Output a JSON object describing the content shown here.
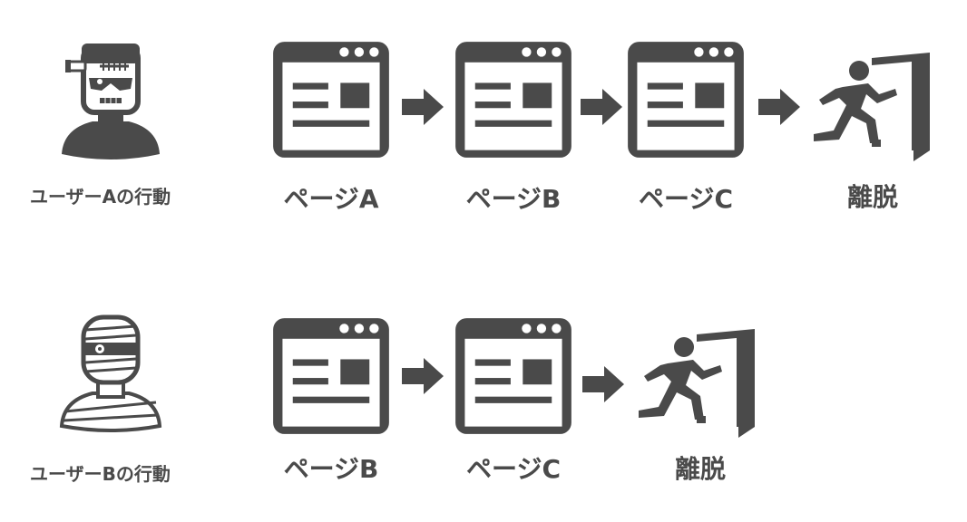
{
  "colors": {
    "icon": "#4a4a4a",
    "background": "#ffffff"
  },
  "rows": [
    {
      "user_label": "ユーザーAの行動",
      "user_icon": "frankenstein-user-icon",
      "steps": [
        "ページA",
        "ページB",
        "ページC"
      ],
      "exit_label": "離脱"
    },
    {
      "user_label": "ユーザーBの行動",
      "user_icon": "mummy-user-icon",
      "steps": [
        "ページB",
        "ページC"
      ],
      "exit_label": "離脱"
    }
  ],
  "icons": {
    "page": "browser-window-icon",
    "arrow": "arrow-right-icon",
    "exit": "exit-running-icon"
  }
}
